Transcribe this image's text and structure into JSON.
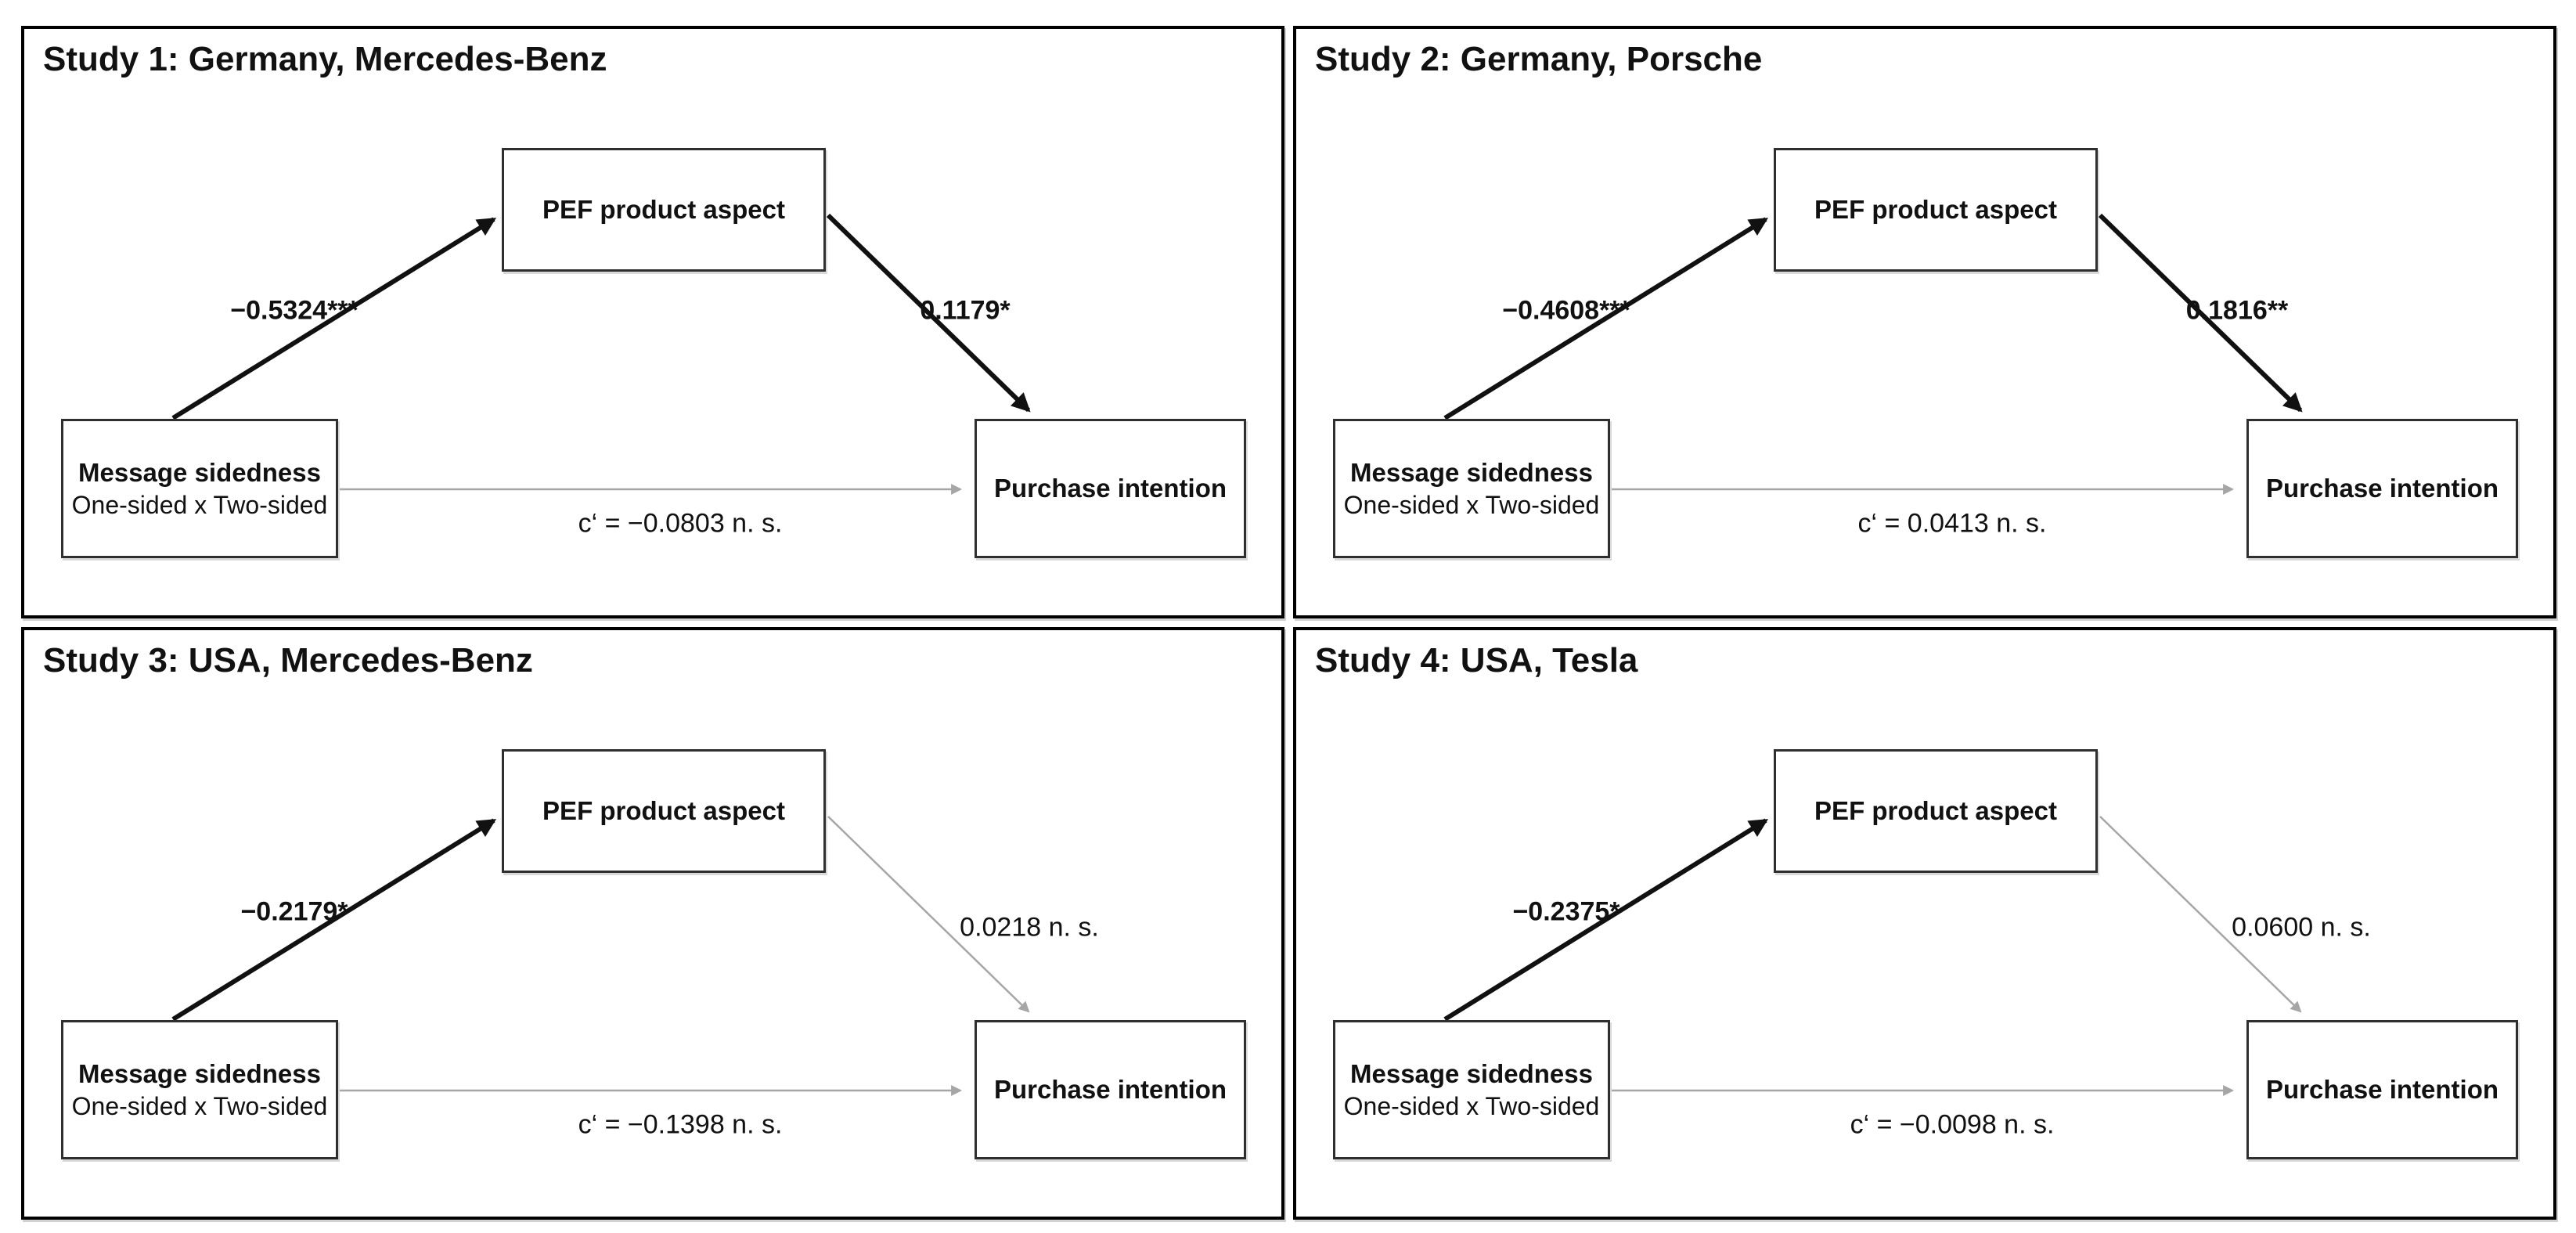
{
  "colors": {
    "significant_path": "#111111",
    "not_significant_path": "#a6a6a6",
    "box_border": "#2f2f2f",
    "panel_border": "#000000",
    "background": "#ffffff"
  },
  "panels": [
    {
      "title": "Study 1: Germany, Mercedes-Benz",
      "predictor": {
        "title": "Message sidedness",
        "subtitle": "One-sided x Two-sided"
      },
      "mediator": {
        "title": "PEF product aspect"
      },
      "outcome": {
        "title": "Purchase intention"
      },
      "path_a": {
        "label": "−0.5324***",
        "significant": true
      },
      "path_b": {
        "label": "0.1179*",
        "significant": true
      },
      "path_c": {
        "label": "c‘ = −0.0803 n. s.",
        "significant": false
      }
    },
    {
      "title": "Study 2: Germany, Porsche",
      "predictor": {
        "title": "Message sidedness",
        "subtitle": "One-sided x Two-sided"
      },
      "mediator": {
        "title": "PEF product aspect"
      },
      "outcome": {
        "title": "Purchase intention"
      },
      "path_a": {
        "label": "−0.4608***",
        "significant": true
      },
      "path_b": {
        "label": "0.1816**",
        "significant": true
      },
      "path_c": {
        "label": "c‘ = 0.0413 n. s.",
        "significant": false
      }
    },
    {
      "title": "Study 3: USA, Mercedes-Benz",
      "predictor": {
        "title": "Message sidedness",
        "subtitle": "One-sided x Two-sided"
      },
      "mediator": {
        "title": "PEF product aspect"
      },
      "outcome": {
        "title": "Purchase intention"
      },
      "path_a": {
        "label": "−0.2179*",
        "significant": true
      },
      "path_b": {
        "label": "0.0218 n. s.",
        "significant": false
      },
      "path_c": {
        "label": "c‘ = −0.1398 n. s.",
        "significant": false
      }
    },
    {
      "title": "Study 4: USA, Tesla",
      "predictor": {
        "title": "Message sidedness",
        "subtitle": "One-sided x Two-sided"
      },
      "mediator": {
        "title": "PEF product aspect"
      },
      "outcome": {
        "title": "Purchase intention"
      },
      "path_a": {
        "label": "−0.2375*",
        "significant": true
      },
      "path_b": {
        "label": "0.0600 n. s.",
        "significant": false
      },
      "path_c": {
        "label": "c‘ = −0.0098 n. s.",
        "significant": false
      }
    }
  ]
}
